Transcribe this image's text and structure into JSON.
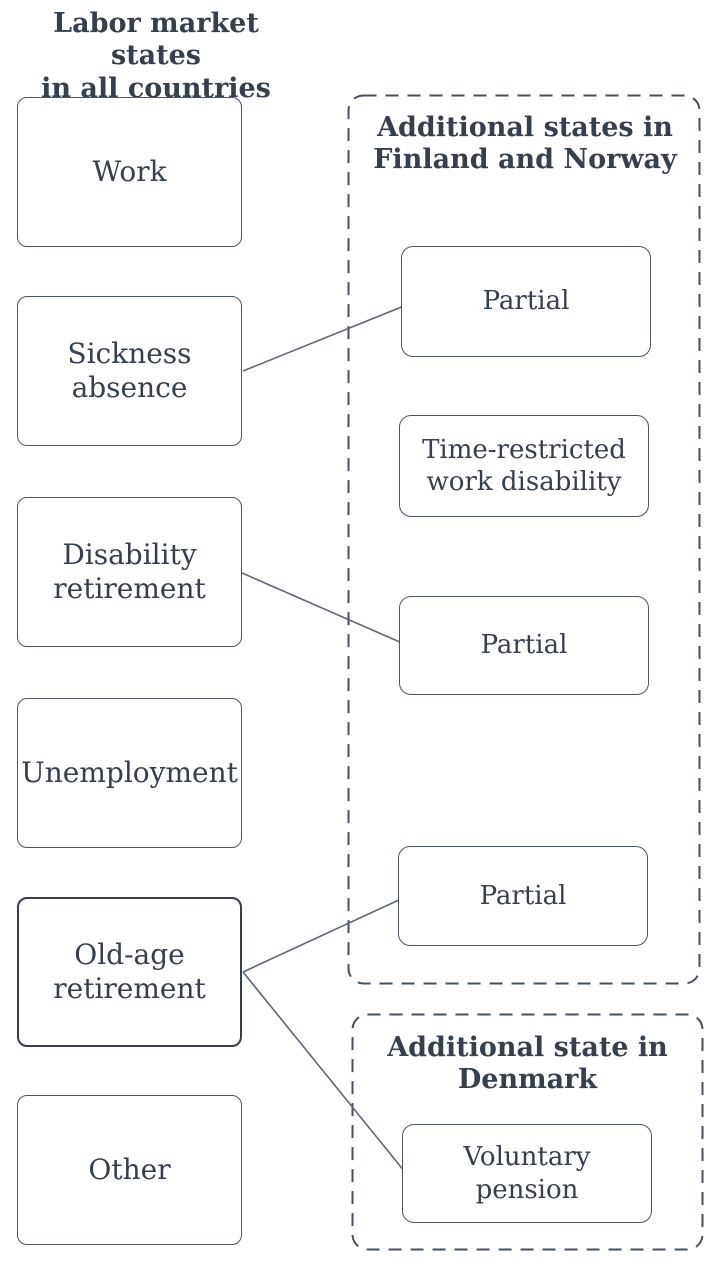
{
  "main_title": "Labor market states\nin all countries",
  "left_column": {
    "boxes": [
      {
        "label": "Work"
      },
      {
        "label": "Sickness\nabsence"
      },
      {
        "label": "Disability\nretirement"
      },
      {
        "label": "Unemployment"
      },
      {
        "label": "Old-age\nretirement",
        "emphasized": true
      },
      {
        "label": "Other"
      }
    ]
  },
  "finland_norway_group": {
    "title": "Additional states in\nFinland and Norway",
    "boxes": [
      {
        "label": "Partial"
      },
      {
        "label": "Time-restricted\nwork disability"
      },
      {
        "label": "Partial"
      },
      {
        "label": "Partial"
      }
    ]
  },
  "denmark_group": {
    "title": "Additional state in\nDenmark",
    "boxes": [
      {
        "label": "Voluntary\npension"
      }
    ]
  },
  "connections": [
    {
      "from": "Sickness absence",
      "to": "Partial (Finland and Norway)"
    },
    {
      "from": "Disability retirement",
      "to": "Partial (Finland and Norway)"
    },
    {
      "from": "Old-age retirement",
      "to": "Partial (Finland and Norway)"
    },
    {
      "from": "Old-age retirement",
      "to": "Voluntary pension (Denmark)"
    }
  ],
  "colors": {
    "text": "#353f4d",
    "box_border": "#4b5564",
    "emphasized_border": "#353f4d",
    "connector_line": "#5d6675",
    "dashed_border": "#46505f",
    "background": "#ffffff"
  }
}
